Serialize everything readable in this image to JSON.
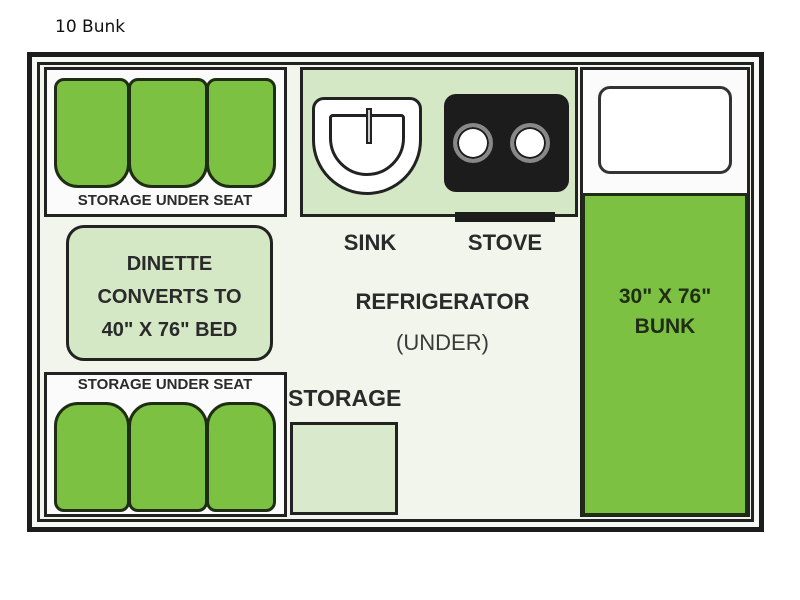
{
  "page": {
    "title": "10 Bunk"
  },
  "floorplan": {
    "colors": {
      "green": "#7cc142",
      "light_green": "#d4e8c6",
      "outline": "#1c1c1c"
    },
    "labels": {
      "storage_under_seat_top": "STORAGE UNDER SEAT",
      "storage_under_seat_bottom": "STORAGE UNDER SEAT",
      "dinette_line1": "DINETTE",
      "dinette_line2": "CONVERTS TO",
      "dinette_line3": "40\" X 76\" BED",
      "sink": "SINK",
      "stove": "STOVE",
      "refrigerator": "REFRIGERATOR",
      "refrigerator_note": "(UNDER)",
      "storage": "STORAGE",
      "bunk_size": "30\" X 76\"",
      "bunk": "BUNK"
    }
  }
}
